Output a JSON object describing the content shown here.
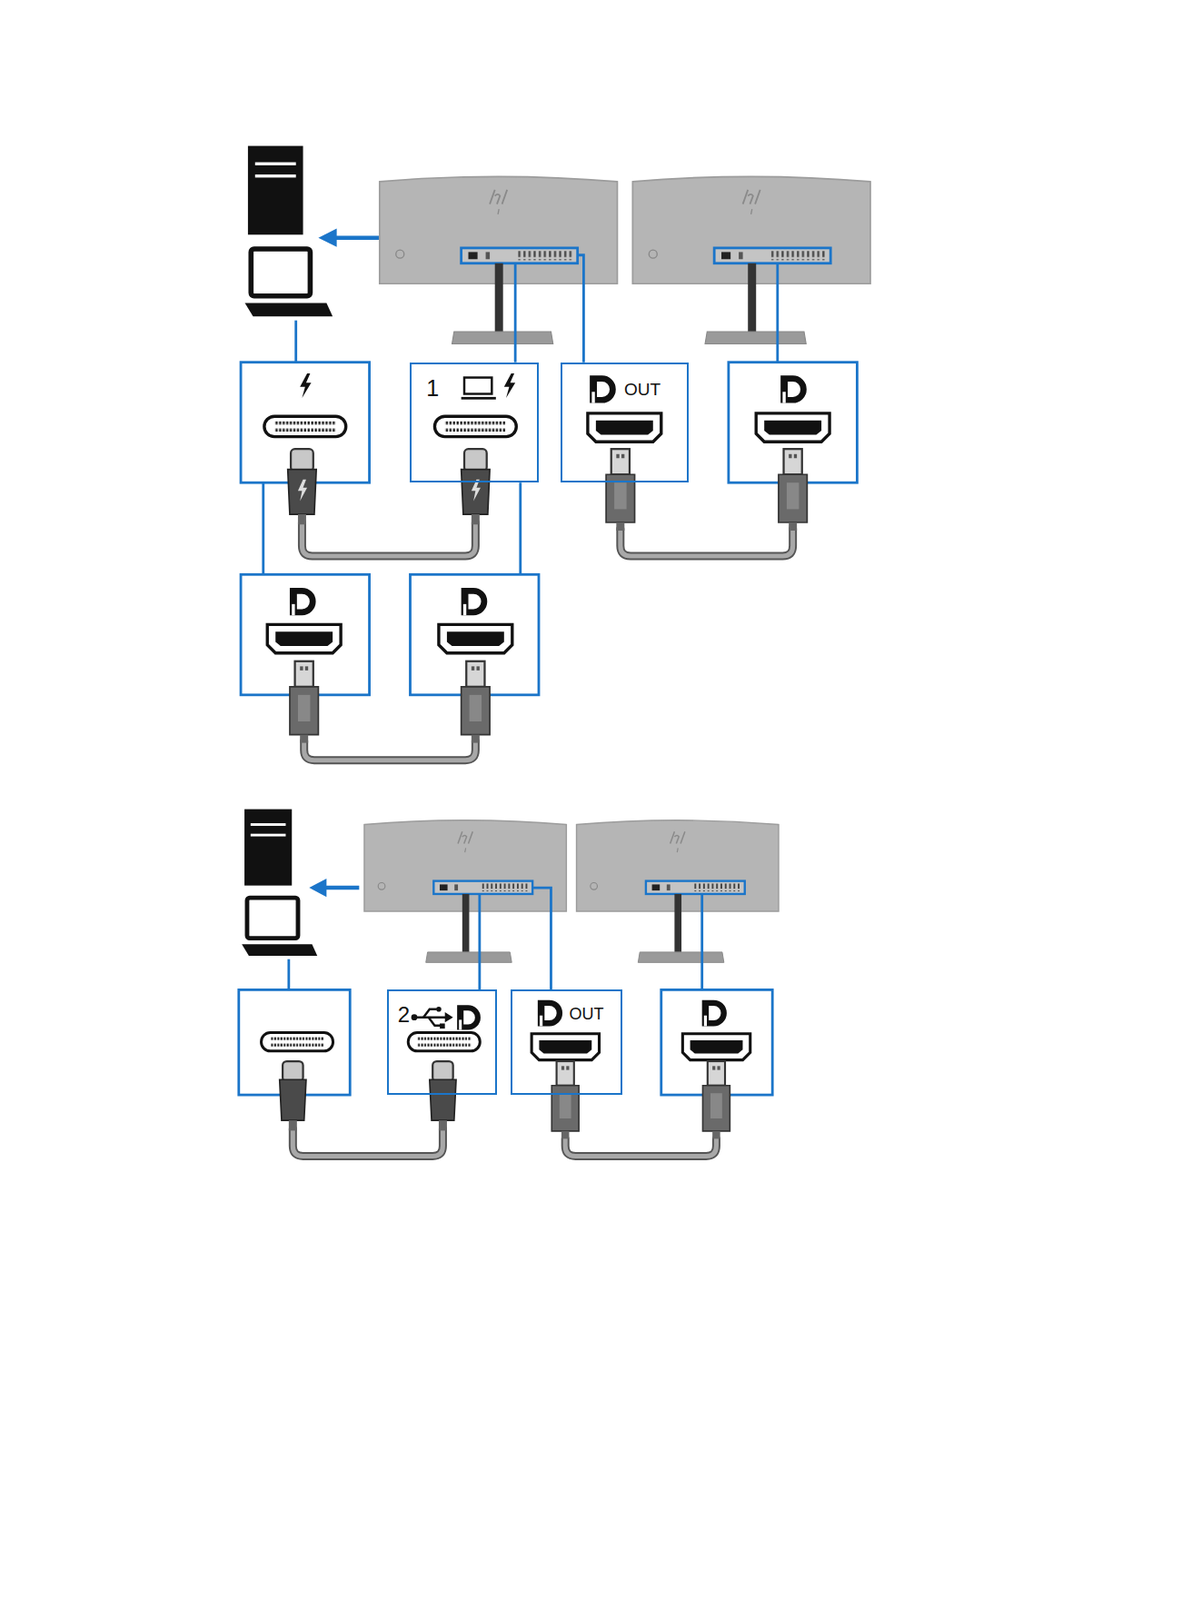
{
  "diagram": {
    "nodes": [
      {
        "text": [
          "1"
        ]
      },
      {
        "text": [
          "OUT"
        ]
      },
      {
        "text": [
          "2"
        ]
      },
      {
        "text": [
          "OUT"
        ]
      }
    ]
  }
}
